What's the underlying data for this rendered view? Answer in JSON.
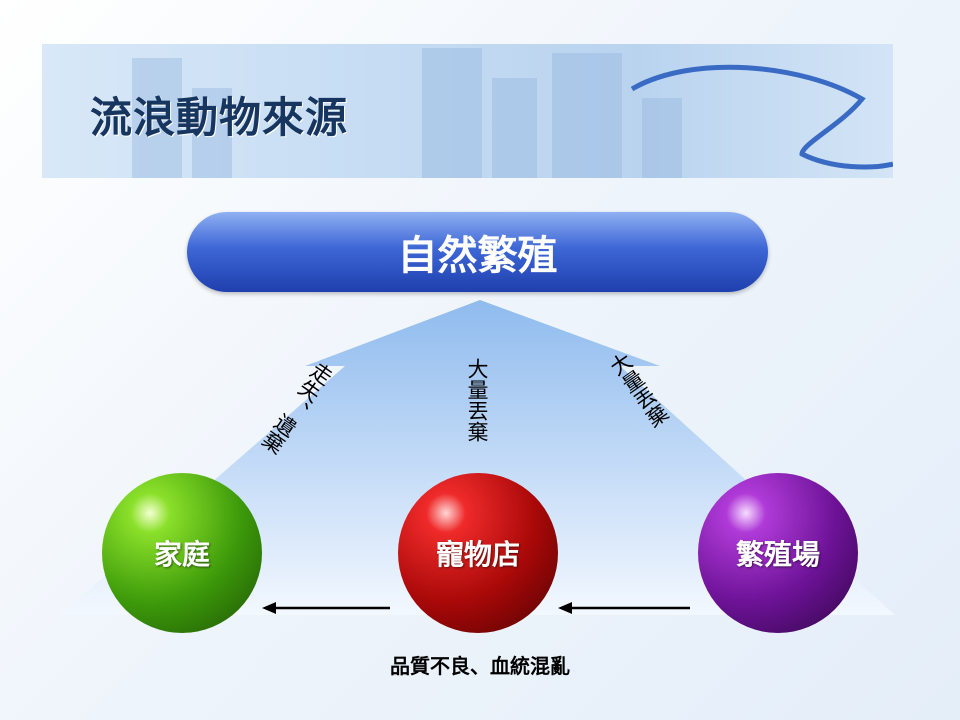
{
  "title": "流浪動物來源",
  "top_node": "自然繁殖",
  "arrow_labels": {
    "left": "走失、遺棄",
    "center": "大量丟棄",
    "right": "大量丟棄"
  },
  "nodes": [
    {
      "label": "家庭",
      "color": "#3d9a0a"
    },
    {
      "label": "寵物店",
      "color": "#a80808"
    },
    {
      "label": "繁殖場",
      "color": "#6c1296"
    }
  ],
  "bottom_label": "品質不良、血統混亂"
}
